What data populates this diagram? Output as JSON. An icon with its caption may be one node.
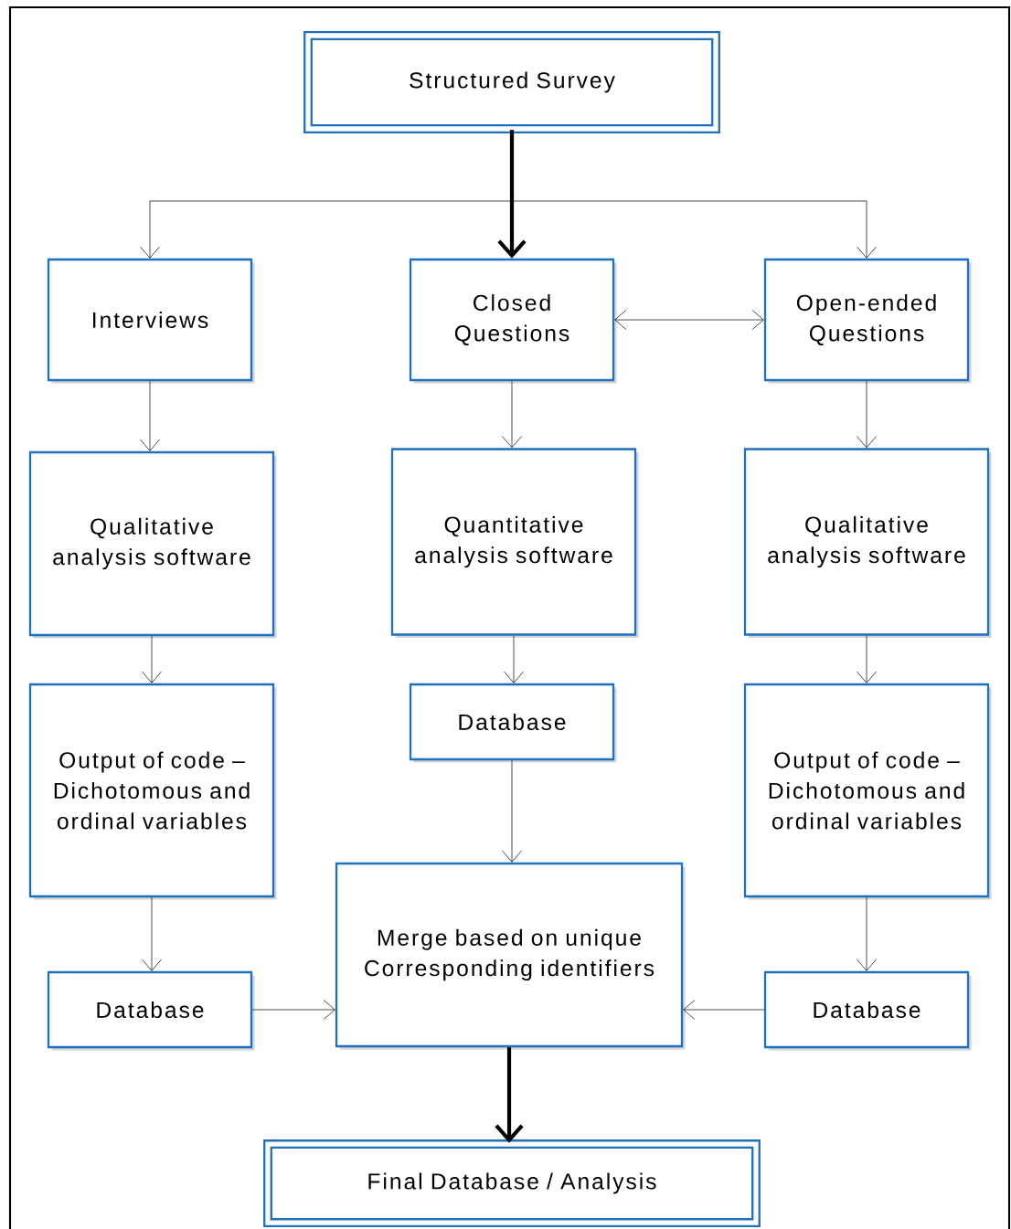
{
  "diagram": {
    "nodes": [
      {
        "text": [
          "Structured Survey"
        ]
      },
      {
        "text": [
          "Interviews"
        ]
      },
      {
        "text": [
          "Closed Questions"
        ]
      },
      {
        "text": [
          "Open-ended Questions"
        ]
      },
      {
        "text": [
          "Qualitative analysis software"
        ]
      },
      {
        "text": [
          "Quantitative analysis software"
        ]
      },
      {
        "text": [
          "Qualitative analysis software"
        ]
      },
      {
        "text": [
          "Output of code – Dichotomous and ordinal variables"
        ]
      },
      {
        "text": [
          "Database"
        ]
      },
      {
        "text": [
          "Output of code – Dichotomous and ordinal variables"
        ]
      },
      {
        "text": [
          "Database"
        ]
      },
      {
        "text": [
          "Merge based on unique Corresponding identifiers"
        ]
      },
      {
        "text": [
          "Database"
        ]
      },
      {
        "text": [
          "Final Database / Analysis"
        ]
      }
    ],
    "edges": [
      {
        "from": 0,
        "to": 1,
        "arrow": "to"
      },
      {
        "from": 0,
        "to": 2,
        "arrow": "to",
        "style": "thick"
      },
      {
        "from": 0,
        "to": 3,
        "arrow": "to"
      },
      {
        "from": 2,
        "to": 3,
        "arrow": "both"
      },
      {
        "from": 1,
        "to": 4,
        "arrow": "to"
      },
      {
        "from": 2,
        "to": 5,
        "arrow": "to"
      },
      {
        "from": 3,
        "to": 6,
        "arrow": "to"
      },
      {
        "from": 4,
        "to": 7,
        "arrow": "to"
      },
      {
        "from": 5,
        "to": 8,
        "arrow": "to"
      },
      {
        "from": 6,
        "to": 9,
        "arrow": "to"
      },
      {
        "from": 7,
        "to": 10,
        "arrow": "to"
      },
      {
        "from": 8,
        "to": 11,
        "arrow": "to"
      },
      {
        "from": 9,
        "to": 12,
        "arrow": "to"
      },
      {
        "from": 10,
        "to": 11,
        "arrow": "to"
      },
      {
        "from": 12,
        "to": 11,
        "arrow": "to"
      },
      {
        "from": 11,
        "to": 13,
        "arrow": "to",
        "style": "thick"
      }
    ]
  }
}
